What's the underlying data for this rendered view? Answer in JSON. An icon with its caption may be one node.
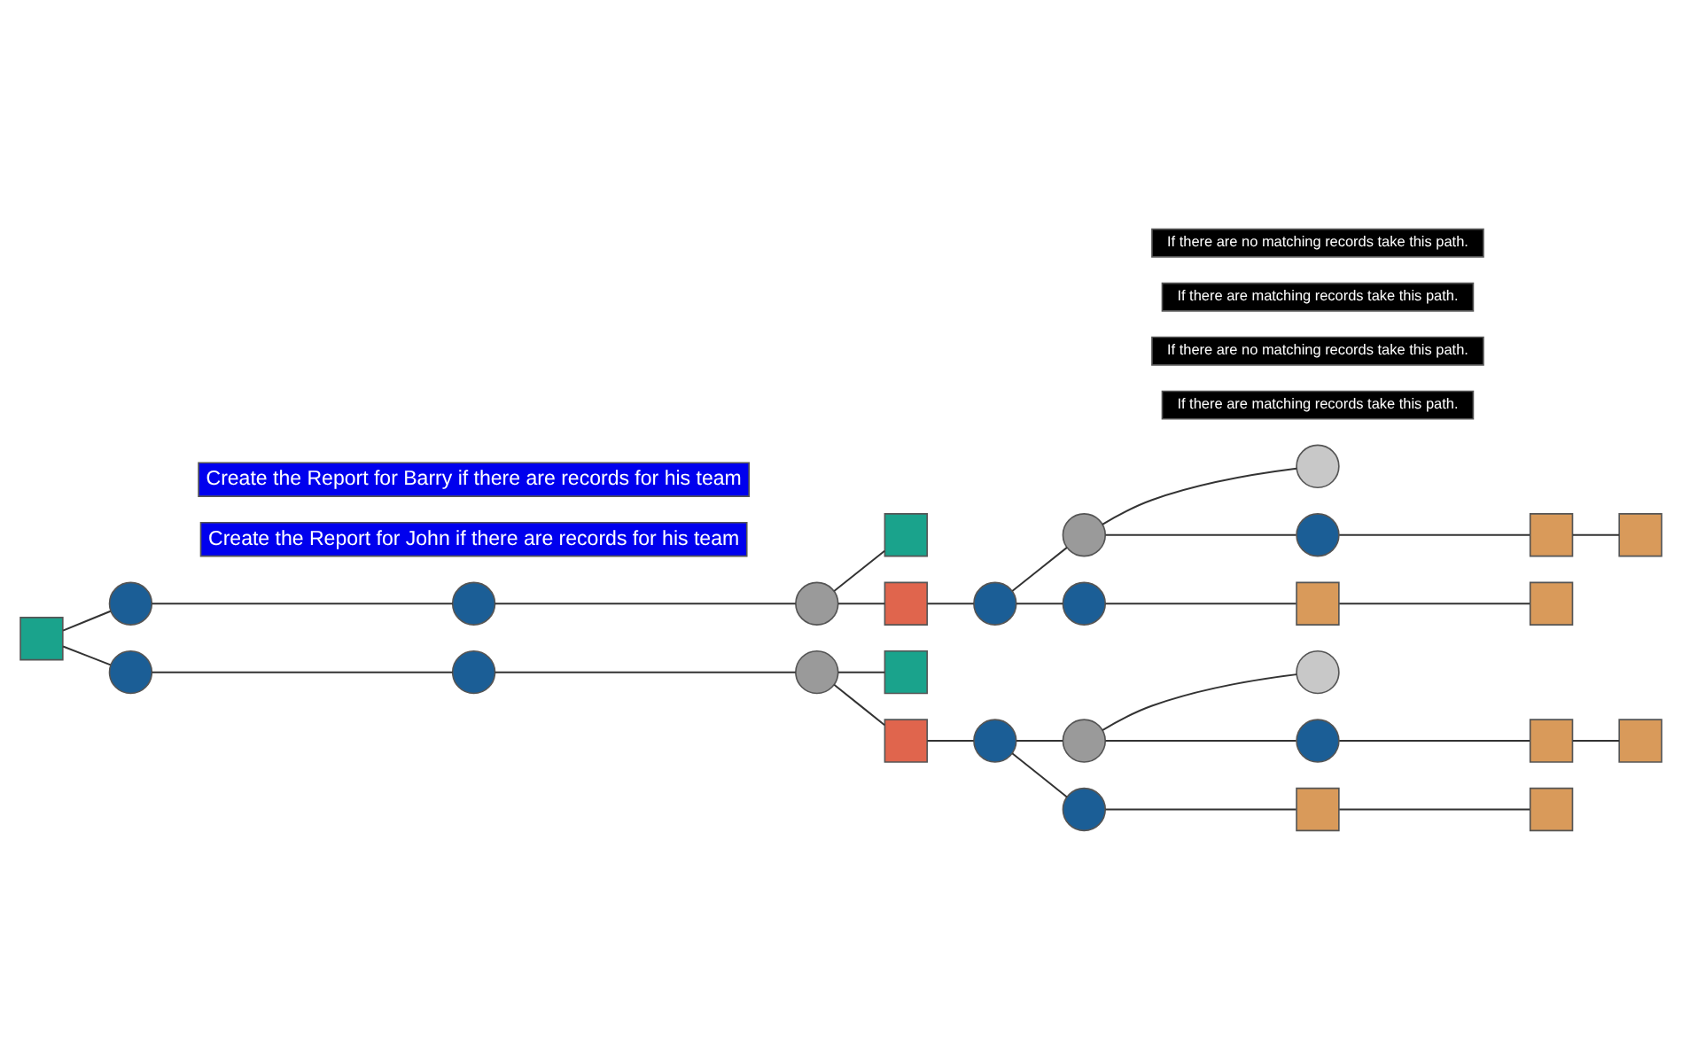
{
  "diagram": {
    "nodes": [
      {
        "text": [],
        "shape": "box"
      },
      {
        "text": [],
        "shape": "circle"
      },
      {
        "text": [],
        "shape": "circle"
      },
      {
        "text": [],
        "shape": "circle"
      },
      {
        "text": [],
        "shape": "box"
      },
      {
        "text": [],
        "shape": "box"
      },
      {
        "text": [],
        "shape": "circle"
      },
      {
        "text": [],
        "shape": "circle"
      },
      {
        "text": [],
        "shape": "circle"
      },
      {
        "text": [],
        "shape": "circle"
      },
      {
        "text": [],
        "shape": "box"
      },
      {
        "text": [],
        "shape": "box"
      },
      {
        "text": [],
        "shape": "circle"
      },
      {
        "text": [],
        "shape": "box"
      },
      {
        "text": [],
        "shape": "box"
      },
      {
        "text": [],
        "shape": "circle"
      },
      {
        "text": [],
        "shape": "circle"
      },
      {
        "text": [],
        "shape": "circle"
      },
      {
        "text": [],
        "shape": "box"
      },
      {
        "text": [],
        "shape": "box"
      },
      {
        "text": [],
        "shape": "circle"
      },
      {
        "text": [],
        "shape": "circle"
      },
      {
        "text": [],
        "shape": "circle"
      },
      {
        "text": [],
        "shape": "circle"
      },
      {
        "text": [],
        "shape": "box"
      },
      {
        "text": [],
        "shape": "box"
      },
      {
        "text": [],
        "shape": "circle"
      },
      {
        "text": [],
        "shape": "box"
      },
      {
        "text": [],
        "shape": "box"
      }
    ],
    "edges": [
      {
        "from": 0,
        "to": 1,
        "arrow": "none"
      },
      {
        "from": 1,
        "to": 2,
        "arrow": "none"
      },
      {
        "from": 2,
        "to": 3,
        "arrow": "none"
      },
      {
        "from": 3,
        "to": 4,
        "arrow": "none"
      },
      {
        "from": 3,
        "to": 5,
        "arrow": "none"
      },
      {
        "from": 5,
        "to": 6,
        "arrow": "none"
      },
      {
        "from": 6,
        "to": 7,
        "arrow": "none"
      },
      {
        "from": 7,
        "to": 8,
        "arrow": "none"
      },
      {
        "from": 7,
        "to": 9,
        "arrow": "none"
      },
      {
        "from": 9,
        "to": 10,
        "arrow": "none"
      },
      {
        "from": 10,
        "to": 11,
        "arrow": "none"
      },
      {
        "from": 6,
        "to": 12,
        "arrow": "none"
      },
      {
        "from": 12,
        "to": 13,
        "arrow": "none"
      },
      {
        "from": 13,
        "to": 14,
        "arrow": "none"
      },
      {
        "from": 0,
        "to": 15,
        "arrow": "none"
      },
      {
        "from": 15,
        "to": 16,
        "arrow": "none"
      },
      {
        "from": 16,
        "to": 17,
        "arrow": "none"
      },
      {
        "from": 17,
        "to": 18,
        "arrow": "none"
      },
      {
        "from": 17,
        "to": 19,
        "arrow": "none"
      },
      {
        "from": 19,
        "to": 20,
        "arrow": "none"
      },
      {
        "from": 20,
        "to": 21,
        "arrow": "none"
      },
      {
        "from": 21,
        "to": 22,
        "arrow": "none"
      },
      {
        "from": 21,
        "to": 23,
        "arrow": "none"
      },
      {
        "from": 23,
        "to": 24,
        "arrow": "none"
      },
      {
        "from": 24,
        "to": 25,
        "arrow": "none"
      },
      {
        "from": 20,
        "to": 26,
        "arrow": "none"
      },
      {
        "from": 26,
        "to": 27,
        "arrow": "none"
      },
      {
        "from": 27,
        "to": 28,
        "arrow": "none"
      }
    ],
    "labels": [
      "Create the Report for John if there are records for his team",
      "If there are matching records take this path.",
      "If there are no matching records take this path.",
      "Create the Report for Barry if there are records for his team",
      "If there are matching records take this path.",
      "If there are no matching records take this path."
    ]
  }
}
